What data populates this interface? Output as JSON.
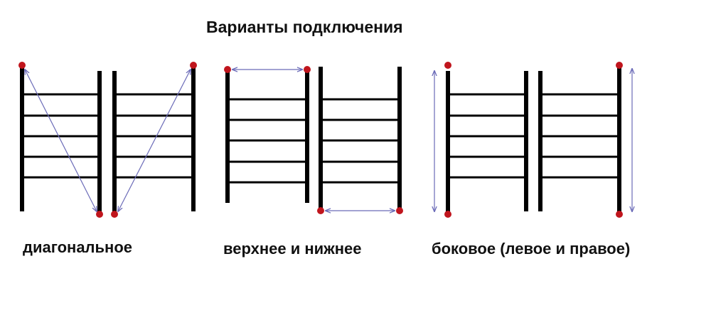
{
  "title": "Варианты подключения",
  "variants": [
    {
      "id": "diagonal",
      "caption": "диагональное"
    },
    {
      "id": "top-bottom",
      "caption": "верхнее и нижнее"
    },
    {
      "id": "side",
      "caption": "боковое (левое и правое)"
    }
  ],
  "colors": {
    "rail": "#000000",
    "connection_point": "#c0151d",
    "arrow": "#6b6bb8",
    "background": "#ffffff"
  }
}
